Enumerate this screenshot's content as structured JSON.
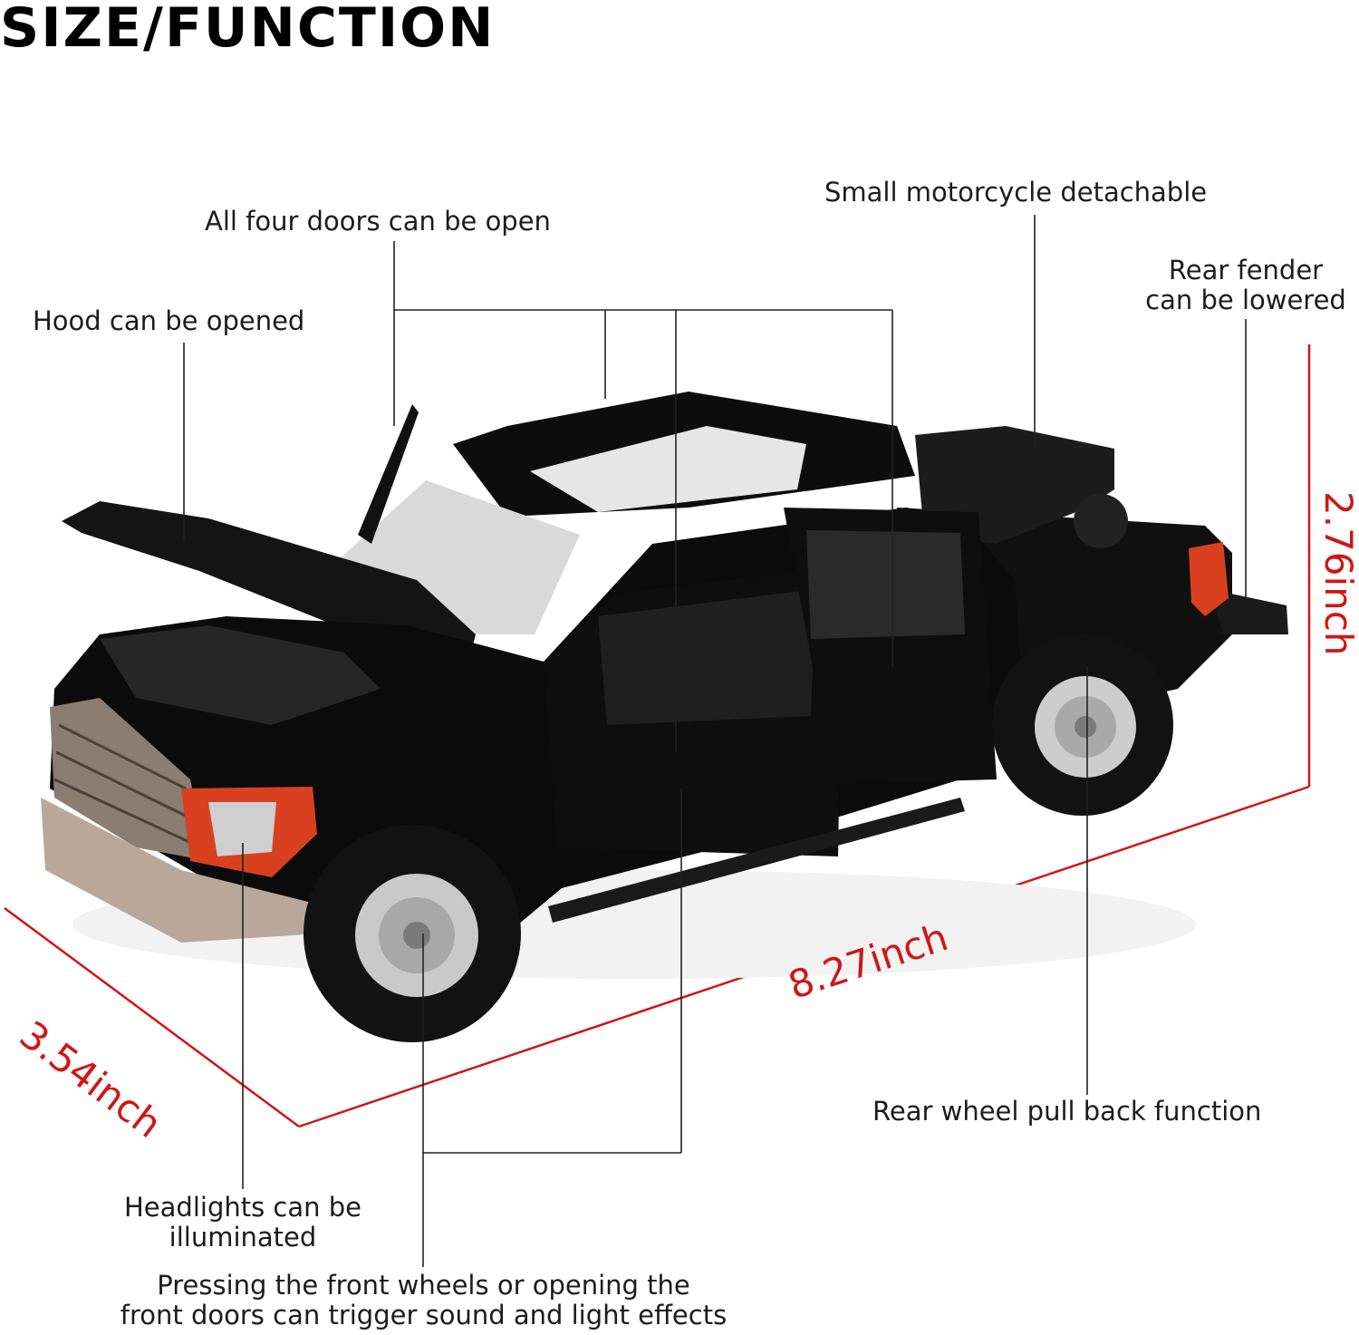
{
  "title": "SIZE/FUNCTION",
  "callouts": {
    "doors": "All four doors can be open",
    "motorcycle": "Small motorcycle detachable",
    "rear_fender_line1": "Rear fender",
    "rear_fender_line2": "can be lowered",
    "hood": "Hood can be opened",
    "rear_wheel": "Rear wheel pull back function",
    "headlights_line1": "Headlights can be",
    "headlights_line2": "illuminated",
    "sound_line1": "Pressing the front wheels or opening the",
    "sound_line2": "front doors can trigger sound and light effects"
  },
  "dimensions": {
    "width": "3.54inch",
    "length": "8.27inch",
    "height": "2.76inch"
  },
  "colors": {
    "dimension_red": "#d01616",
    "truck_body": "#0b0b0b",
    "taillight": "#d9401f"
  }
}
